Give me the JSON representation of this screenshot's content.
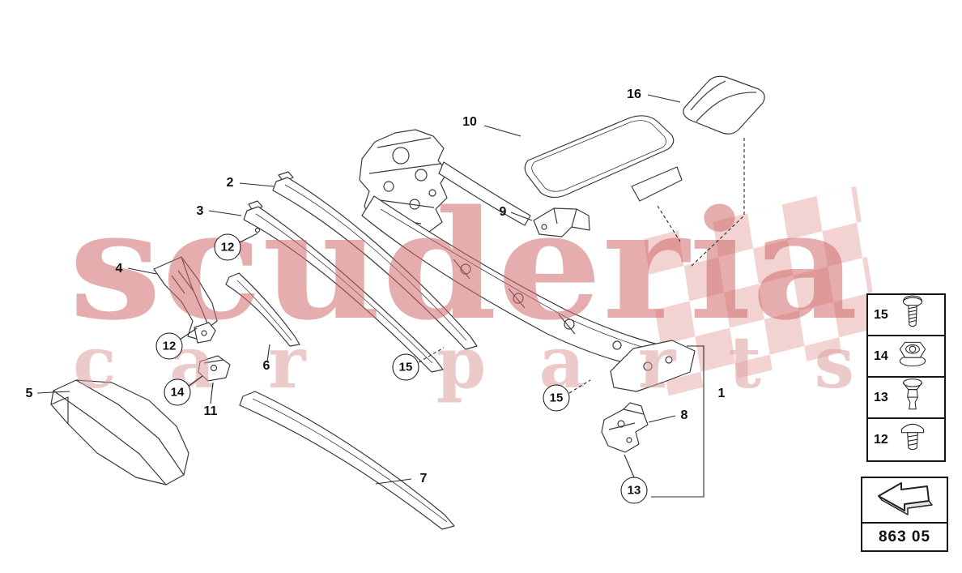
{
  "watermark": {
    "brand": "scuderia",
    "tagline": "car parts"
  },
  "colors": {
    "watermark_brand": "#cf6a6a",
    "watermark_tagline": "#dc9e9e",
    "flag_check": "#f3d2d2",
    "line_art": "#3a3a3a"
  },
  "callouts": {
    "plain": [
      {
        "label": "16"
      },
      {
        "label": "10"
      },
      {
        "label": "2"
      },
      {
        "label": "3"
      },
      {
        "label": "4"
      },
      {
        "label": "5"
      },
      {
        "label": "6"
      },
      {
        "label": "7"
      },
      {
        "label": "9"
      },
      {
        "label": "8"
      },
      {
        "label": "11"
      },
      {
        "label": "1"
      }
    ],
    "circled": [
      {
        "label": "12"
      },
      {
        "label": "12"
      },
      {
        "label": "14"
      },
      {
        "label": "15"
      },
      {
        "label": "15"
      },
      {
        "label": "13"
      }
    ]
  },
  "hardware_panel": {
    "items": [
      {
        "label": "15",
        "icon": "pan-head-screw-icon"
      },
      {
        "label": "14",
        "icon": "flange-nut-icon"
      },
      {
        "label": "13",
        "icon": "expansion-rivet-icon"
      },
      {
        "label": "12",
        "icon": "countersunk-screw-icon"
      }
    ]
  },
  "footer_box": {
    "icon": "direction-arrow-icon",
    "part_code": "863 05"
  }
}
